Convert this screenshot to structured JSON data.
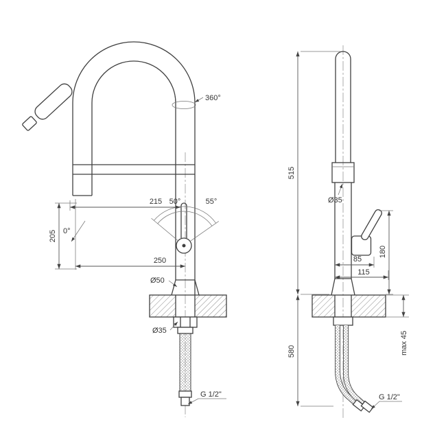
{
  "drawing": {
    "front_view": {
      "rotation_label": "360°",
      "spout_reach": "215",
      "handle_tilt_left": "50°",
      "handle_tilt_right": "55°",
      "stream_angle": "0°",
      "spout_height": "205",
      "overall_reach": "250",
      "base_diameter": "Ø50",
      "shank_diameter": "Ø35",
      "thread": "G 1/2\""
    },
    "side_view": {
      "overall_height": "515",
      "body_diameter": "Ø35",
      "handle_height": "180",
      "handle_offset": "85",
      "handle_reach": "115",
      "hose_length": "580",
      "max_counter_thickness": "max 45",
      "thread": "G 1/2\""
    }
  }
}
